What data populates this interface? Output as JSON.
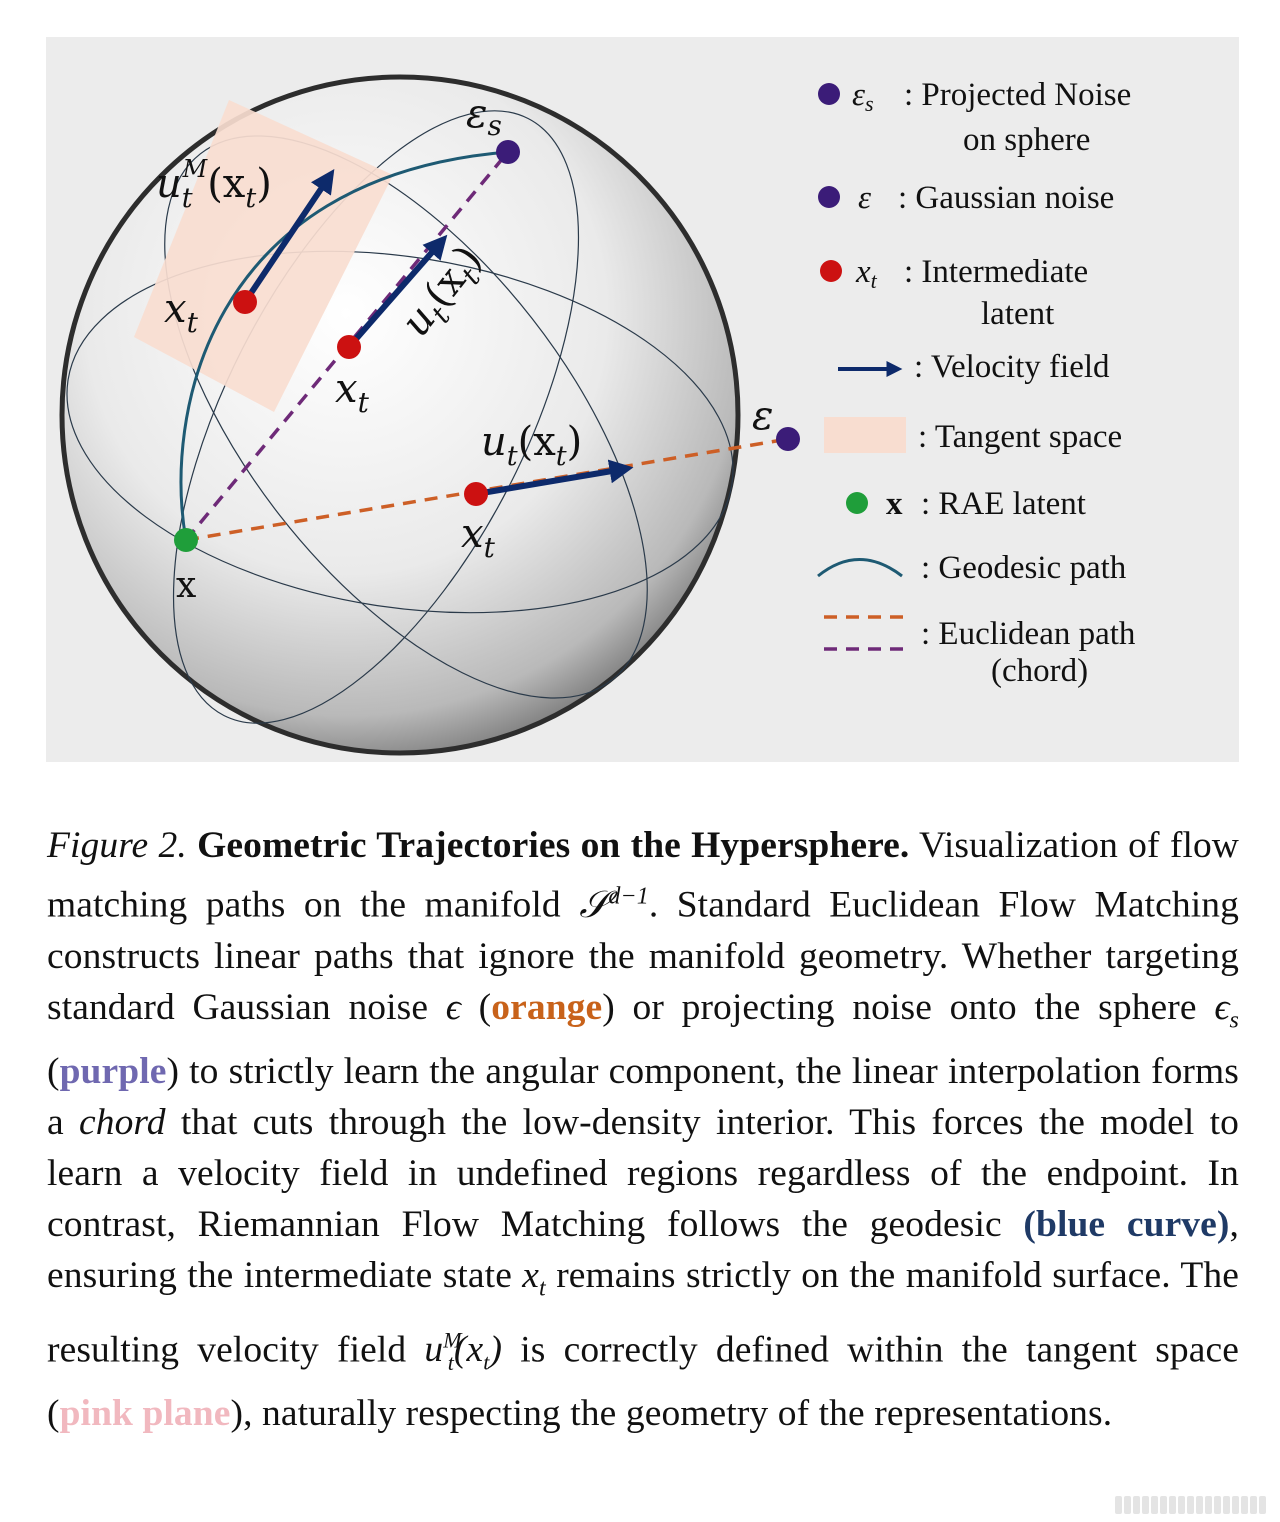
{
  "diagram": {
    "labels": {
      "eps_s": "εs",
      "u_t_M": "utM(xt)",
      "x_t_left": "xt",
      "u_t_diag": "ut(xt)",
      "x_t_mid": "xt",
      "eps": "ε",
      "u_t_low": "ut(xt)",
      "x_t_low": "xt",
      "x": "x"
    },
    "colors": {
      "tangent_plane": "#f8ddd0",
      "geodesic": "#1e5a73",
      "velocity": "#0d2a6b",
      "euclidean_orange": "#cd5f26",
      "euclidean_purple": "#6e2a78",
      "noise_dot": "#3b1c78",
      "latent_dot": "#cc1111",
      "rae_dot": "#1f9e3a"
    }
  },
  "legend": {
    "items": [
      {
        "symbol": "εs",
        "text": ": Projected Noise",
        "text2": "on sphere"
      },
      {
        "symbol": "ε",
        "text": ": Gaussian noise"
      },
      {
        "symbol": "xt",
        "text": ": Intermediate",
        "text2": "latent"
      },
      {
        "symbol": "",
        "text": ": Velocity field"
      },
      {
        "symbol": "",
        "text": ": Tangent space"
      },
      {
        "symbol": "x",
        "text": ": RAE latent"
      },
      {
        "symbol": "",
        "text": ": Geodesic path"
      },
      {
        "symbol": "",
        "text": ": Euclidean path",
        "text2": "(chord)"
      }
    ]
  },
  "caption": {
    "label": "Figure 2.",
    "title": "Geometric Trajectories on the Hypersphere.",
    "part1": "Visualization of flow matching paths on the manifold",
    "manifold": "𝒮",
    "manifold_sup": "d−1",
    "part2": ". Standard Euclidean Flow Matching constructs linear paths that ignore the manifold geometry. Whether targeting standard Gaussian noise",
    "eps": "ϵ",
    "orange": "orange",
    "part3": ") or projecting noise onto the sphere",
    "eps_s": "ϵ",
    "eps_s_sub": "s",
    "purple": "purple",
    "part4": ") to strictly learn the angular component, the linear interpolation forms a",
    "chord": "chord",
    "part5": "that cuts through the low-density interior. This forces the model to learn a velocity field in undefined regions regardless of the endpoint. In contrast, Riemannian Flow Matching follows the geodesic",
    "blue": "(blue curve)",
    "part6": ", ensuring the intermediate state",
    "xt": "x",
    "xt_sub": "t",
    "part7": "remains strictly on the manifold surface. The resulting velocity field",
    "utm": "u",
    "utm_sup": "M",
    "utm_sub": "t",
    "utm_arg": "(x",
    "utm_arg_sub": "t",
    "utm_close": ")",
    "part8": "is correctly defined within the tangent space (",
    "pink": "pink plane",
    "part9": "), naturally respecting the geometry of the representations."
  }
}
